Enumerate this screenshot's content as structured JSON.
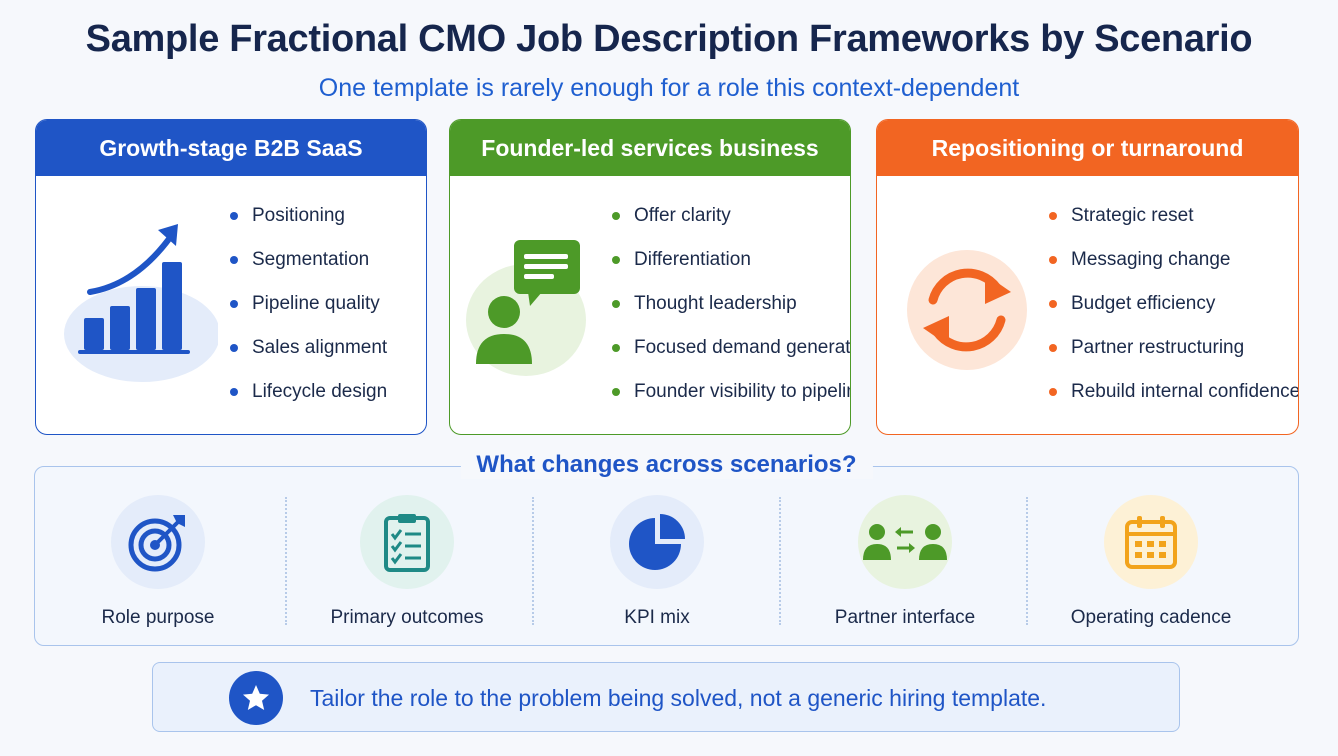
{
  "title": "Sample Fractional CMO Job Description Frameworks by Scenario",
  "subtitle": "One template is rarely enough for a role this context-dependent",
  "colors": {
    "blue": "#1f55c6",
    "green": "#4d9a28",
    "orange": "#f26522",
    "amber": "#f2a31b"
  },
  "scenarios": [
    {
      "title": "Growth-stage B2B SaaS",
      "icon": "growth-chart-icon",
      "items": [
        "Positioning",
        "Segmentation",
        "Pipeline quality",
        "Sales alignment",
        "Lifecycle design"
      ]
    },
    {
      "title": "Founder-led services business",
      "icon": "founder-speech-icon",
      "items": [
        "Offer clarity",
        "Differentiation",
        "Thought leadership",
        "Focused demand generation",
        "Founder visibility to pipeline"
      ]
    },
    {
      "title": "Repositioning or turnaround",
      "icon": "refresh-cycle-icon",
      "items": [
        "Strategic reset",
        "Messaging change",
        "Budget efficiency",
        "Partner restructuring",
        "Rebuild internal confidence"
      ]
    }
  ],
  "changes": {
    "title": "What changes across scenarios?",
    "items": [
      {
        "label": "Role purpose",
        "icon": "target-icon"
      },
      {
        "label": "Primary outcomes",
        "icon": "checklist-icon"
      },
      {
        "label": "KPI mix",
        "icon": "pie-chart-icon"
      },
      {
        "label": "Partner interface",
        "icon": "people-exchange-icon"
      },
      {
        "label": "Operating cadence",
        "icon": "calendar-icon"
      }
    ]
  },
  "banner": {
    "text": "Tailor the role to the problem being solved, not a generic hiring template.",
    "icon": "star-icon"
  }
}
